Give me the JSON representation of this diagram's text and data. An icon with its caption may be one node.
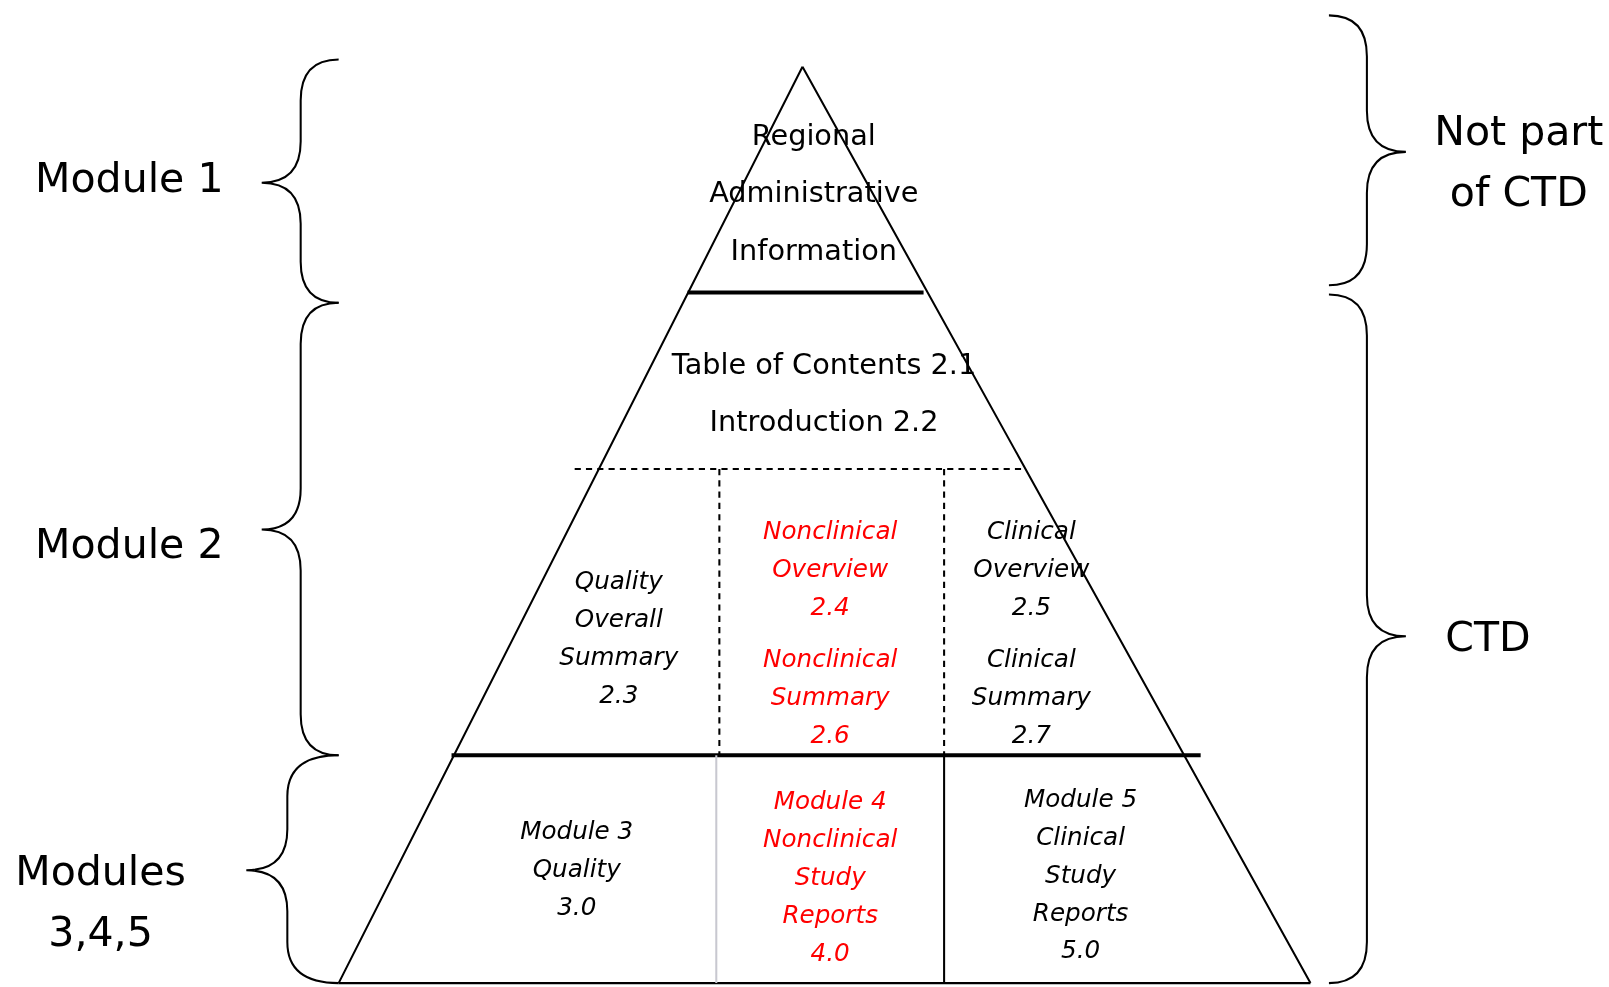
{
  "diagram": {
    "nodes": [
      {
        "text": [
          "Regional Administrative Information"
        ]
      },
      {
        "text": [
          "Table of Contents 2.1",
          "Introduction 2.2"
        ]
      },
      {
        "text": [
          "Quality Overall Summary 2.3"
        ]
      },
      {
        "text": [
          "Nonclinical Overview 2.4",
          "Nonclinical Summary 2.6"
        ]
      },
      {
        "text": [
          "Clinical Overview 2.5",
          "Clinical Summary 2.7"
        ]
      },
      {
        "text": [
          "Module 3 Quality 3.0"
        ]
      },
      {
        "text": [
          "Module 4 Nonclinical Study Reports 4.0"
        ]
      },
      {
        "text": [
          "Module 5 Clinical Study Reports 5.0"
        ]
      }
    ],
    "edges": [],
    "labels": [
      "Not part of CTD",
      "Module 1",
      "Module 2",
      "CTD",
      "Modules 3,4,5"
    ]
  }
}
